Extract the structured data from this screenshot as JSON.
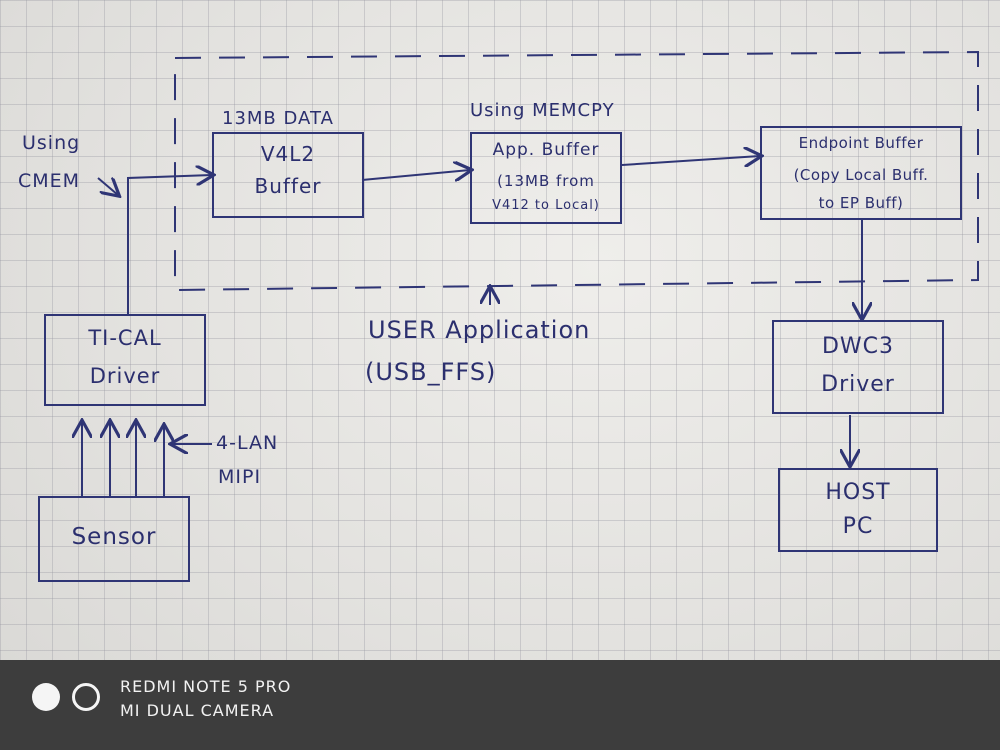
{
  "diagram": {
    "labels": {
      "using_cmem_line1": "Using",
      "using_cmem_line2": "CMEM",
      "data_13mb": "13MB DATA",
      "using_memcpy": "Using MEMCPY",
      "user_application_line1": "USER Application",
      "user_application_line2": "(USB_FFS)",
      "mipi_line1": "4-LAN",
      "mipi_line2": "MIPI"
    },
    "boxes": {
      "v4l2_buffer": {
        "line1": "V4L2",
        "line2": "Buffer"
      },
      "app_buffer": {
        "line1": "App. Buffer",
        "line2": "(13MB from",
        "line3": "V412 to Local)"
      },
      "endpoint_buffer": {
        "line1": "Endpoint Buffer",
        "line2": "(Copy Local Buff.",
        "line3": "to EP Buff)"
      },
      "ti_cal_driver": {
        "line1": "TI-CAL",
        "line2": "Driver"
      },
      "dwc3_driver": {
        "line1": "DWC3",
        "line2": "Driver"
      },
      "host_pc": {
        "line1": "HOST",
        "line2": "PC"
      },
      "sensor": {
        "line1": "Sensor"
      }
    },
    "ink_color": "#2f3575"
  },
  "watermark": {
    "line1": "REDMI NOTE 5 PRO",
    "line2": "MI DUAL CAMERA"
  }
}
